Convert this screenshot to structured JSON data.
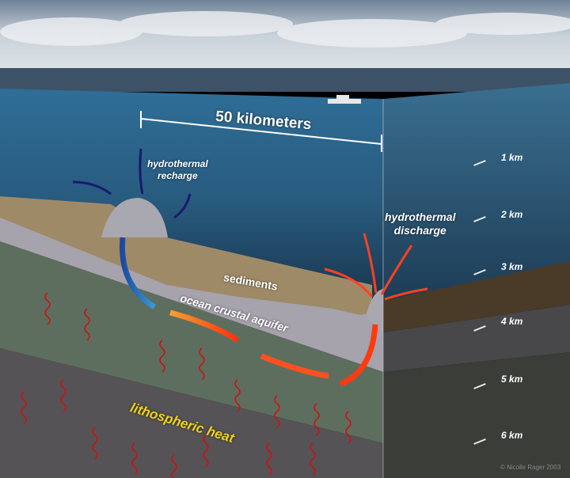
{
  "scale_label": "50 kilometers",
  "labels": {
    "recharge": [
      "hydrothermal",
      "recharge"
    ],
    "discharge": [
      "hydrothermal",
      "discharge"
    ],
    "sediments": "sediments",
    "aquifer": "ocean crustal aquifer",
    "heat": "lithospheric heat"
  },
  "depths": [
    "1 km",
    "2 km",
    "3 km",
    "4 km",
    "5 km",
    "6 km"
  ],
  "credit": "© Nicolle Rager 2003",
  "colors": {
    "recharge_arrow": "#1a1a6e",
    "discharge_arrow": "#ff4020",
    "heat_text": "#f2d21a",
    "heat_squiggle": "#d01010"
  }
}
